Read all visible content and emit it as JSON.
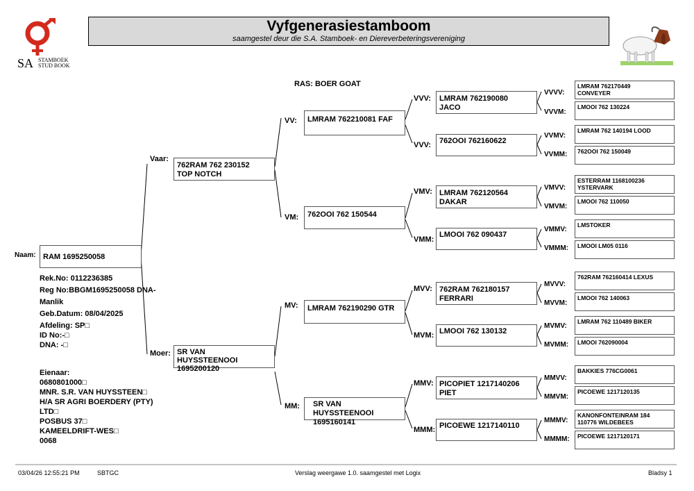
{
  "header": {
    "title": "Vyfgenerasiestamboom",
    "subtitle": "saamgestel deur die S.A. Stamboek- en Diereverbeteringsvereniging"
  },
  "logo": {
    "sa": "SA",
    "line1": "STAMBOEK",
    "line2": "STUD BOOK"
  },
  "breed": "RAS: BOER GOAT",
  "subject": {
    "label": "Naam:",
    "name": "RAM 1695250058",
    "rek_no": "Rek.No: 0112236385",
    "reg_no": "Reg No:BBGM1695250058 DNA-",
    "sex": "Manlik",
    "birth": "Geb.Datum: 08/04/2025",
    "afdeling": "Afdeling: SP□",
    "id_no": "ID No:-□",
    "dna": "DNA: -□"
  },
  "owner": {
    "label": "Eienaar:",
    "lines": [
      "0680801000□",
      "MNR. S.R. VAN HUYSSTEEN□",
      "H/A SR AGRI BOERDERY (PTY)",
      "LTD□",
      "POSBUS 37□",
      "KAMEELDRIFT-WES□",
      "0068"
    ]
  },
  "gen1": {
    "vaar": {
      "label": "Vaar:",
      "name": "762RAM 762 230152\nTOP NOTCH"
    },
    "moer": {
      "label": "Moer:",
      "name": "SR VAN\nHUYSSTEENOOI\n1695200120"
    }
  },
  "gen2": {
    "vv": {
      "label": "VV:",
      "name": "LMRAM 762210081 FAF"
    },
    "vm": {
      "label": "VM:",
      "name": "762OOI 762 150544"
    },
    "mv": {
      "label": "MV:",
      "name": "LMRAM 762190290 GTR"
    },
    "mm": {
      "label": "MM:",
      "name": "SR VAN\nHUYSSTEENOOI\n1695160141"
    }
  },
  "gen3": [
    {
      "label": "VVV:",
      "name": "LMRAM 762190080\nJACO"
    },
    {
      "label": "VVV:",
      "name": "762OOI 762160622"
    },
    {
      "label": "VMV:",
      "name": "LMRAM 762120564\nDAKAR"
    },
    {
      "label": "VMM:",
      "name": "LMOOI 762 090437"
    },
    {
      "label": "MVV:",
      "name": "762RAM 762180157\nFERRARI"
    },
    {
      "label": "MVM:",
      "name": "LMOOI 762 130132"
    },
    {
      "label": "MMV:",
      "name": "PICOPIET 1217140206\nPIET"
    },
    {
      "label": "MMM:",
      "name": "PICOEWE 1217140110"
    }
  ],
  "gen4": [
    {
      "label": "VVVV:",
      "name": "LMRAM 762170449\nCONVEYER"
    },
    {
      "label": "VVVM:",
      "name": "LMOOI 762 130224"
    },
    {
      "label": "VVMV:",
      "name": "LMRAM 762 140194 LOOD"
    },
    {
      "label": "VVMM:",
      "name": "762OOI 762 150049"
    },
    {
      "label": "VMVV:",
      "name": "ESTERRAM 1168100236\nYSTERVARK"
    },
    {
      "label": "VMVM:",
      "name": "LMOOI 762 110050"
    },
    {
      "label": "VMMV:",
      "name": "LMSTOKER"
    },
    {
      "label": "VMMM:",
      "name": "LMOOI LM05 0116"
    },
    {
      "label": "MVVV:",
      "name": "762RAM 762160414 LEXUS"
    },
    {
      "label": "MVVM:",
      "name": "LMOOI 762 140063"
    },
    {
      "label": "MVMV:",
      "name": "LMRAM 762 110489 BIKER"
    },
    {
      "label": "MVMM:",
      "name": "LMOOI 762090004"
    },
    {
      "label": "MMVV:",
      "name": "BAKKIES 776CG0061"
    },
    {
      "label": "MMVM:",
      "name": "PICOEWE 1217120135"
    },
    {
      "label": "MMMV:",
      "name": "KANONFONTEINRAM 184\n110776 WILDEBEES"
    },
    {
      "label": "MMMM:",
      "name": "PICOEWE 1217120171"
    }
  ],
  "footer": {
    "datetime": "03/04/26 12:55:21 PM",
    "code": "SBTGC",
    "report": "Verslag weergawe 1.0. saamgestel met Logix",
    "page": "Bladsy 1"
  },
  "colors": {
    "logo_red": "#d42a1e",
    "title_bg": "#d9d9d9"
  }
}
